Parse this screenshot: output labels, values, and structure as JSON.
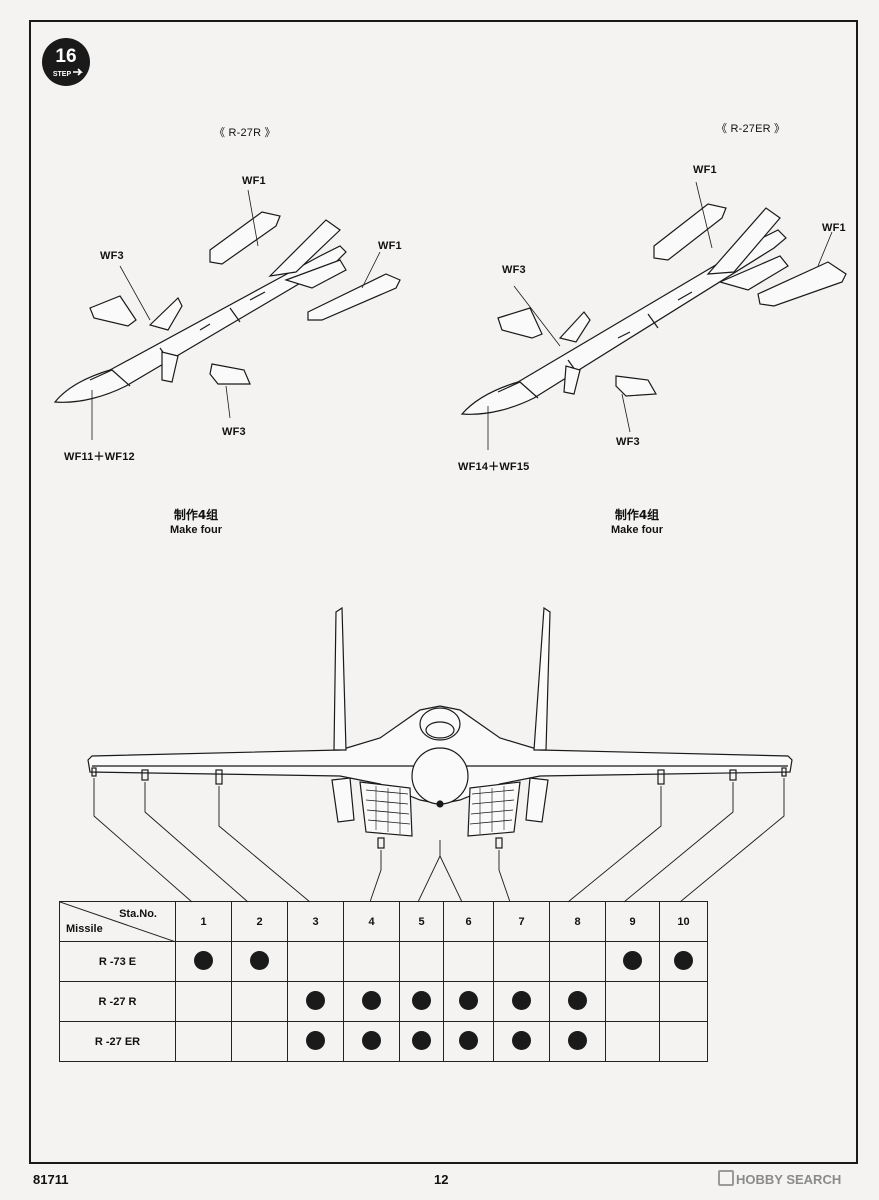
{
  "step": {
    "number": "16",
    "word": "STEP"
  },
  "missiles": [
    {
      "title": "《 R-27R 》",
      "parts": {
        "fin_top": "WF1",
        "fin_right": "WF1",
        "fin_left": "WF3",
        "fin_bottom": "WF3",
        "body": "WF11＋WF12"
      },
      "note_cn": "制作4组",
      "note_en": "Make four"
    },
    {
      "title": "《 R-27ER 》",
      "parts": {
        "fin_top": "WF1",
        "fin_right": "WF1",
        "fin_left": "WF3",
        "fin_bottom": "WF3",
        "body": "WF14＋WF15"
      },
      "note_cn": "制作4组",
      "note_en": "Make four"
    }
  ],
  "table": {
    "header_station": "Sta.No.",
    "header_missile": "Missile",
    "stations": [
      "1",
      "2",
      "3",
      "4",
      "5",
      "6",
      "7",
      "8",
      "9",
      "10"
    ],
    "rows": [
      {
        "missile": "R -73 E",
        "stations": [
          1,
          2,
          9,
          10
        ]
      },
      {
        "missile": "R -27 R",
        "stations": [
          3,
          4,
          5,
          6,
          7,
          8
        ]
      },
      {
        "missile": "R -27 ER",
        "stations": [
          3,
          4,
          5,
          6,
          7,
          8
        ]
      }
    ]
  },
  "footer": {
    "kit": "81711",
    "page": "12"
  },
  "watermark": "HOBBY SEARCH"
}
